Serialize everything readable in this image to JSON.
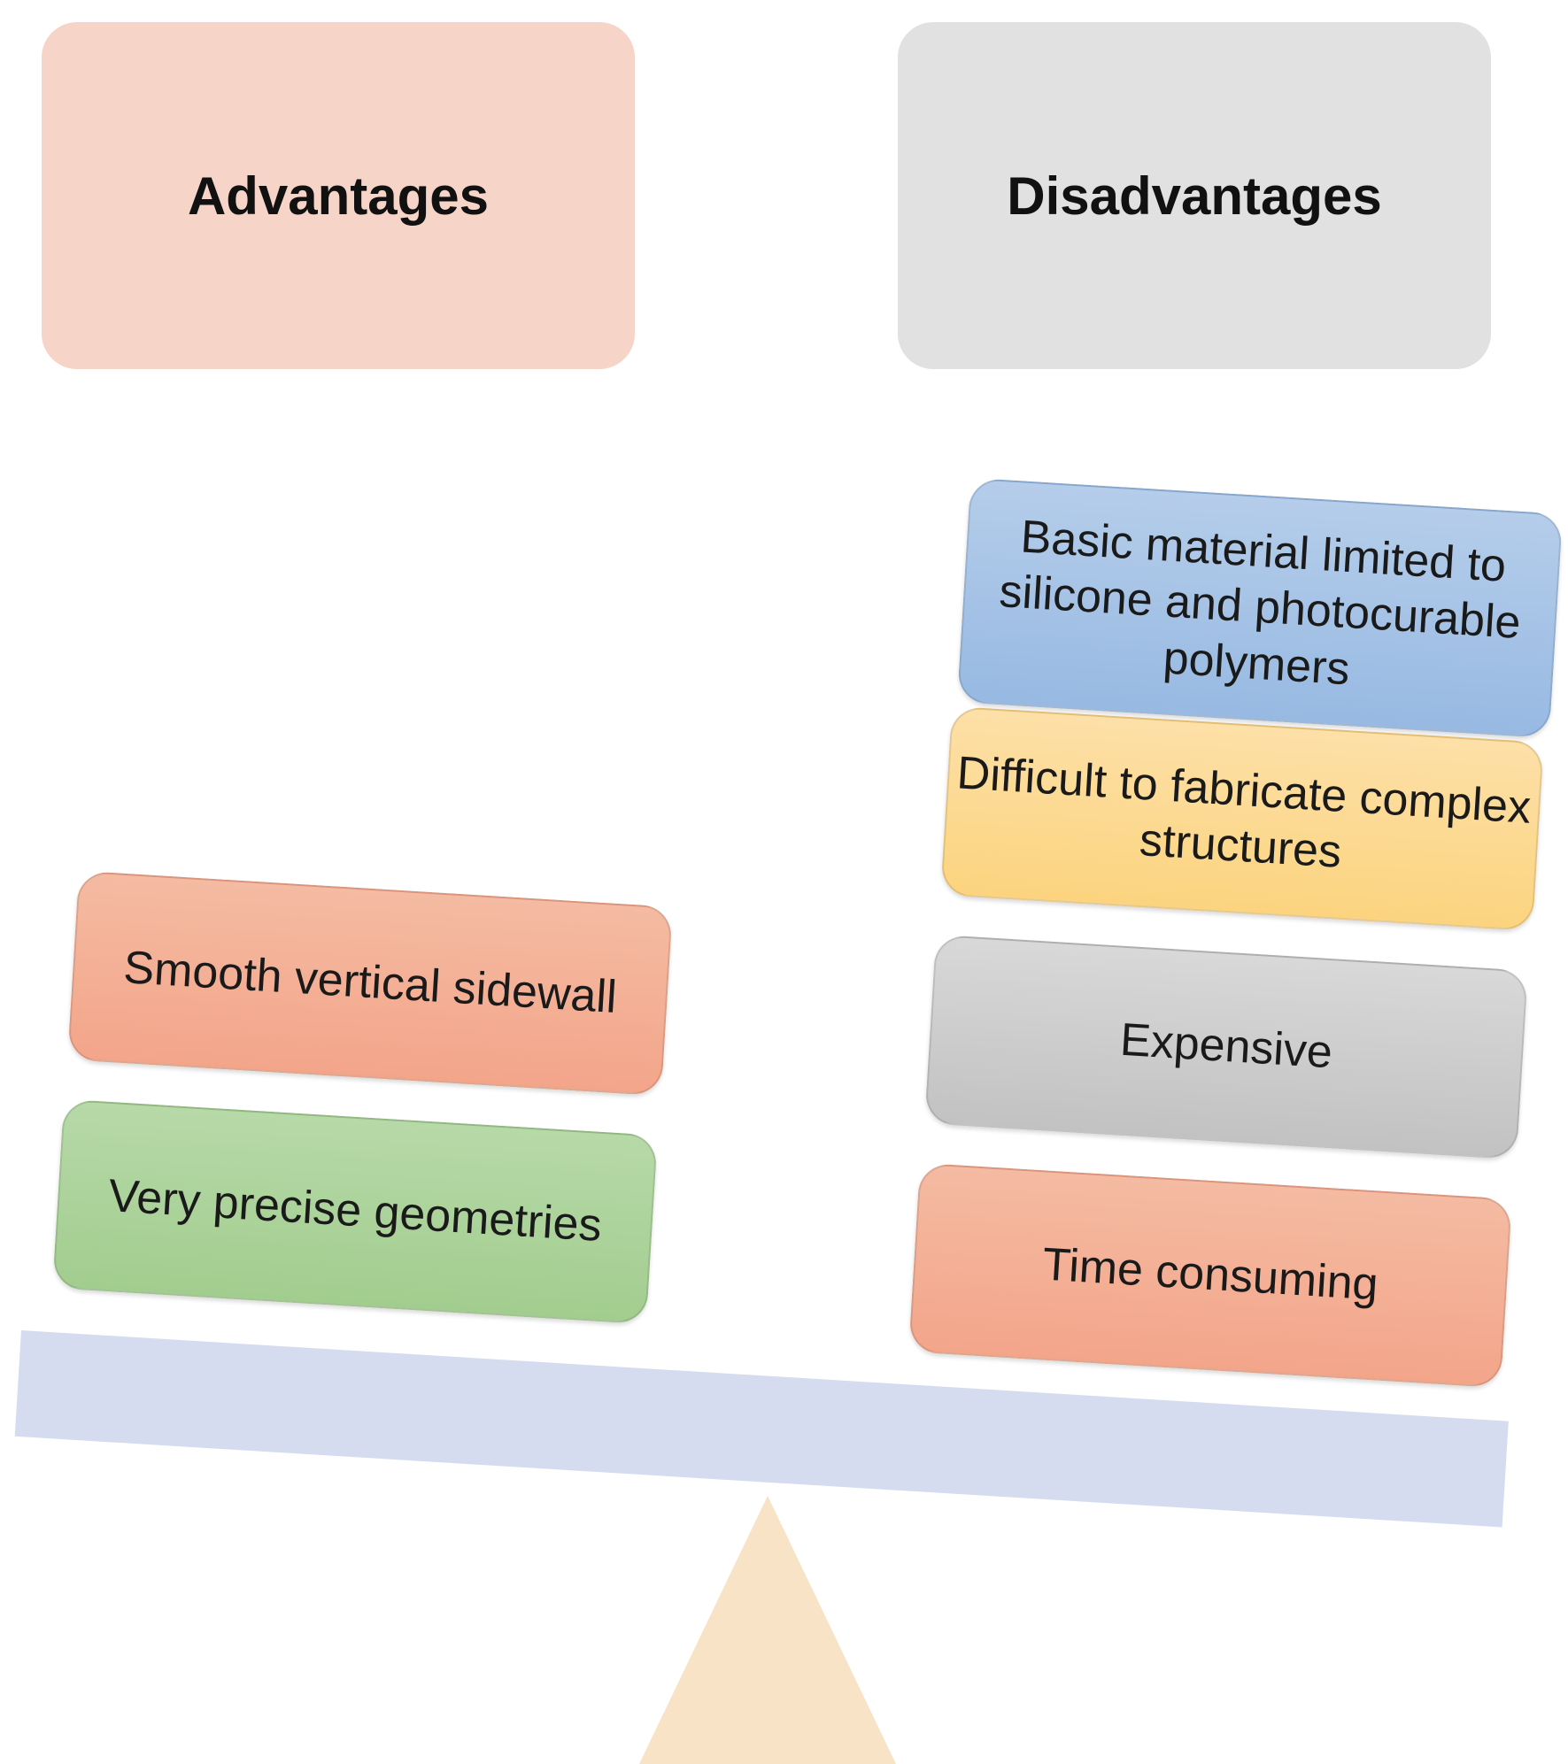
{
  "headers": {
    "advantages": "Advantages",
    "disadvantages": "Disadvantages"
  },
  "advantages": [
    "Smooth vertical sidewall",
    "Very precise geometries"
  ],
  "disadvantages": [
    "Basic material limited to silicone and photocurable polymers",
    "Difficult to fabricate complex structures",
    "Expensive",
    "Time consuming"
  ],
  "colors": {
    "advantages_header": "#f6d4c8",
    "disadvantages_header": "#e1e1e1",
    "beam": "#d5dcef",
    "fulcrum": "#f8e3c6",
    "orange_card": "#f3a58a",
    "green_card": "#a2cd8f",
    "blue_card": "#97b9e2",
    "yellow_card": "#fcd47f",
    "gray_card": "#c2c2c2"
  }
}
